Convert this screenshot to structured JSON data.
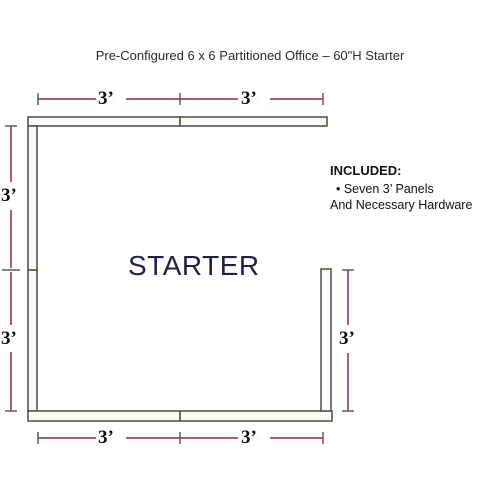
{
  "title": "Pre-Configured 6 x 6 Partitioned Office – 60\"H Starter",
  "label_center": "STARTER",
  "dimension_label": "3’",
  "included": {
    "heading": "INCLUDED:",
    "line1": "• Seven 3’ Panels",
    "line2": "And Necessary Hardware"
  },
  "colors": {
    "dimension_line": "#8b2a3a",
    "panel_outline": "#4f5a4a",
    "center_text": "#1e2147"
  }
}
